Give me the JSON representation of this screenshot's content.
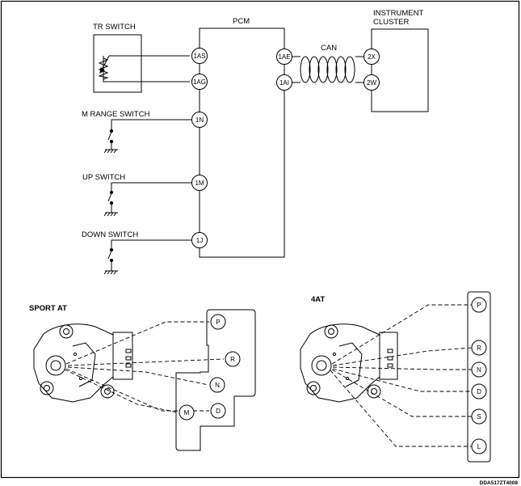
{
  "labels": {
    "tr_switch": "TR SWITCH",
    "pcm": "PCM",
    "instrument_cluster_1": "INSTRUMENT",
    "instrument_cluster_2": "CLUSTER",
    "can": "CAN",
    "m_range_switch": "M RANGE  SWITCH",
    "up_switch": "UP SWITCH",
    "down_switch": "DOWN SWITCH",
    "sport_at": "SPORT AT",
    "four_at": "4AT",
    "figure_code": "DDA517ZT4008"
  },
  "pcm_terminals": {
    "t_1as": "1AS",
    "t_1ag": "1AG",
    "t_1n": "1N",
    "t_1m": "1M",
    "t_1j": "1J",
    "t_1ae": "1AE",
    "t_1ai": "1AI"
  },
  "cluster_terminals": {
    "t_2x": "2X",
    "t_2w": "2W"
  },
  "sport_at_positions": {
    "p": "P",
    "r": "R",
    "n": "N",
    "d": "D",
    "m": "M"
  },
  "four_at_positions": {
    "p": "P",
    "r": "R",
    "n": "N",
    "d": "D",
    "s": "S",
    "l": "L"
  }
}
